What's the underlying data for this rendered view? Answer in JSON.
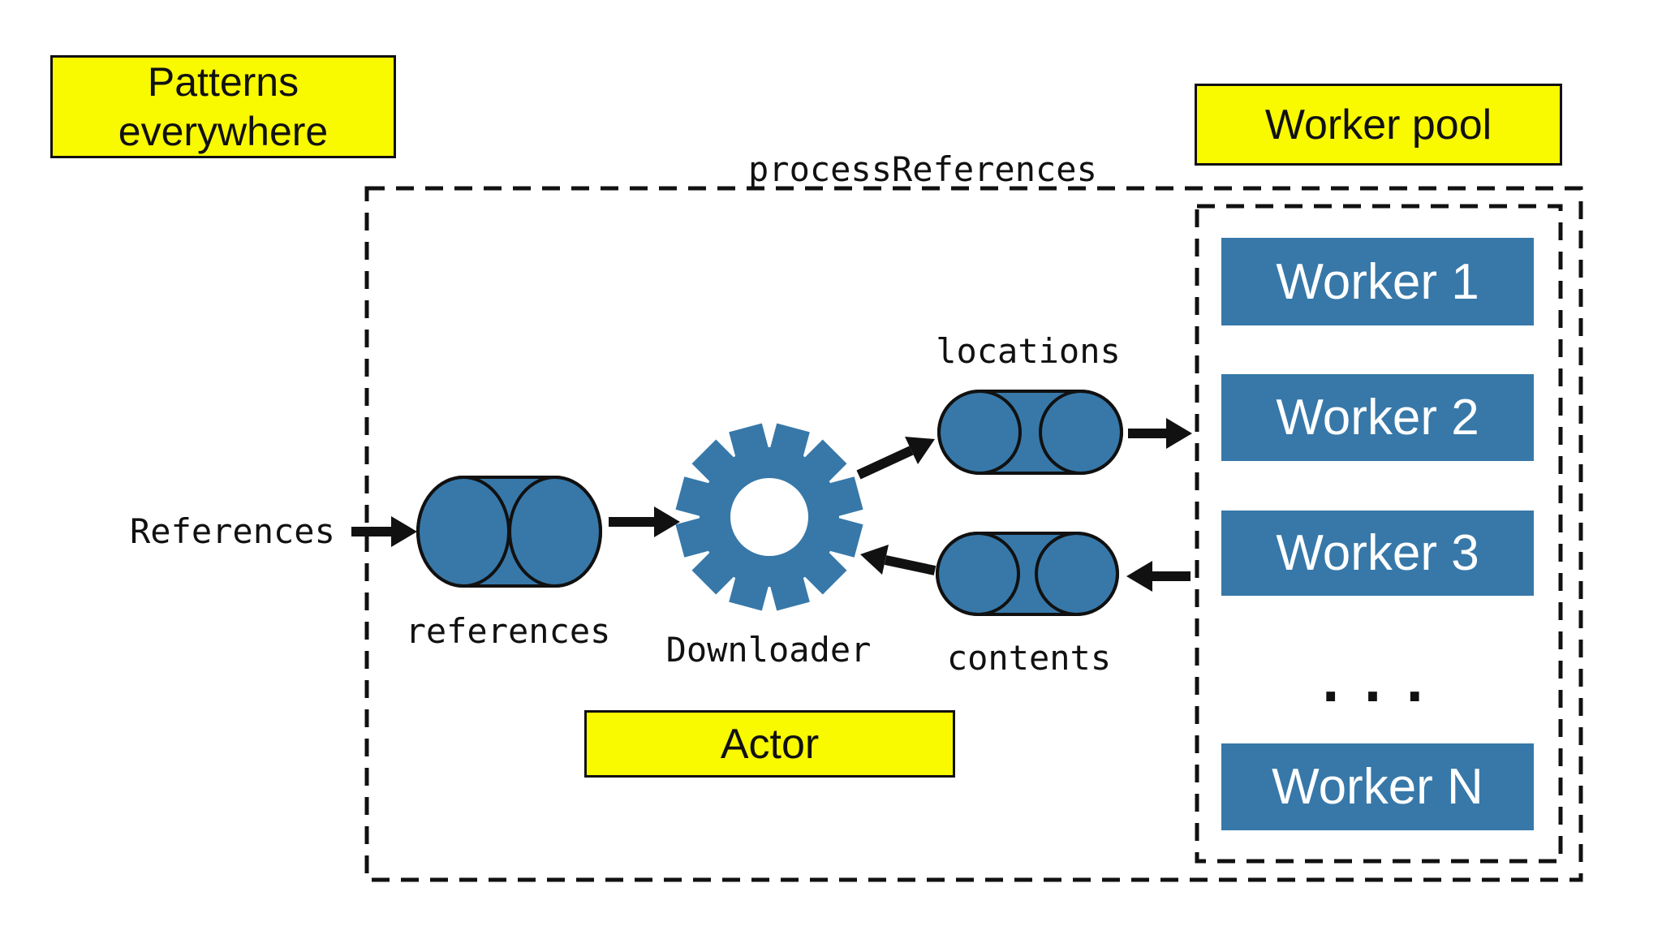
{
  "title_boxes": {
    "patterns": "Patterns everywhere",
    "worker_pool": "Worker pool",
    "actor": "Actor"
  },
  "flow": {
    "process_label": "processReferences",
    "input_label": "References",
    "downloader_label": "Downloader",
    "queues": {
      "references": "references",
      "locations": "locations",
      "contents": "contents"
    }
  },
  "worker_pool": {
    "workers": [
      {
        "label": "Worker 1"
      },
      {
        "label": "Worker 2"
      },
      {
        "label": "Worker 3"
      },
      {
        "label": "Worker N"
      }
    ],
    "ellipsis": "..."
  },
  "colors": {
    "highlight_yellow": "#F9F900",
    "node_blue": "#3778A9",
    "ink_black": "#111111"
  }
}
